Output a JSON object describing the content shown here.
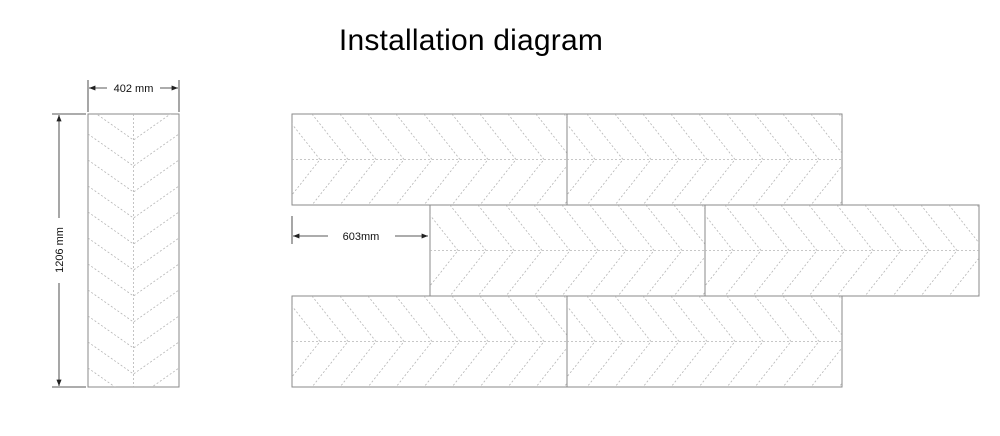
{
  "title": "Installation diagram",
  "dimensions": {
    "panel_width": "402 mm",
    "panel_length": "1206 mm",
    "stagger_offset": "603mm"
  },
  "layout": {
    "rows": 3,
    "panels_per_row": 2,
    "stagger": "half panel on middle row"
  }
}
